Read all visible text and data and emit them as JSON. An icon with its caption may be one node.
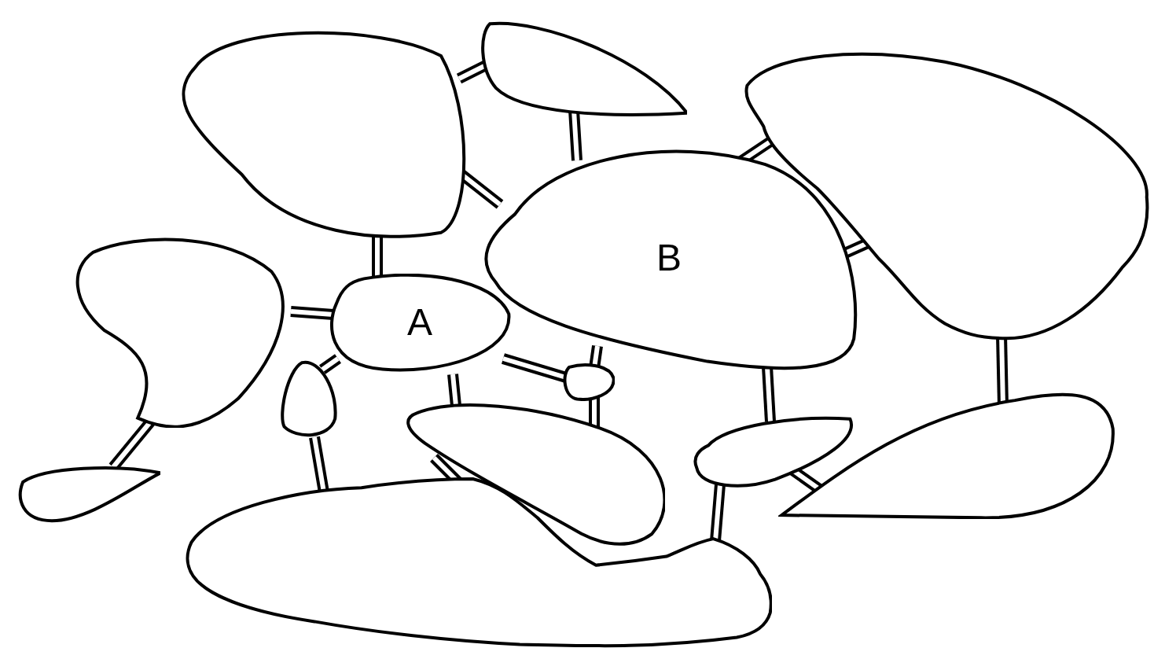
{
  "diagram": {
    "nodes": [
      {
        "text": [],
        "shape": "blob"
      },
      {
        "text": [],
        "shape": "blob"
      },
      {
        "text": [],
        "shape": "blob"
      },
      {
        "text": [],
        "shape": "blob"
      },
      {
        "text": [
          "A"
        ]
      },
      {
        "text": [
          "B"
        ]
      },
      {
        "text": [],
        "shape": "blob"
      },
      {
        "text": [],
        "shape": "blob"
      },
      {
        "text": [],
        "shape": "blob"
      },
      {
        "text": [],
        "shape": "blob"
      },
      {
        "text": [],
        "shape": "blob"
      },
      {
        "text": [],
        "shape": "blob"
      },
      {
        "text": [],
        "shape": "blob"
      }
    ],
    "edges": [
      {
        "from": 0,
        "to": 1,
        "arrow": "none"
      },
      {
        "from": 1,
        "to": 5,
        "arrow": "none"
      },
      {
        "from": 0,
        "to": 5,
        "arrow": "none"
      },
      {
        "from": 0,
        "to": 4,
        "arrow": "none"
      },
      {
        "from": 5,
        "to": 2,
        "arrow": "none"
      },
      {
        "from": 5,
        "to": 2,
        "arrow": "none"
      },
      {
        "from": 3,
        "to": 4,
        "arrow": "none"
      },
      {
        "from": 4,
        "to": 6,
        "arrow": "none"
      },
      {
        "from": 3,
        "to": 8,
        "arrow": "none"
      },
      {
        "from": 4,
        "to": 9,
        "arrow": "none"
      },
      {
        "from": 4,
        "to": 7,
        "arrow": "none"
      },
      {
        "from": 5,
        "to": 7,
        "arrow": "none"
      },
      {
        "from": 7,
        "to": 9,
        "arrow": "none"
      },
      {
        "from": 5,
        "to": 10,
        "arrow": "none"
      },
      {
        "from": 10,
        "to": 11,
        "arrow": "none"
      },
      {
        "from": 10,
        "to": 12,
        "arrow": "none"
      },
      {
        "from": 2,
        "to": 11,
        "arrow": "none"
      },
      {
        "from": 6,
        "to": 12,
        "arrow": "none"
      },
      {
        "from": 9,
        "to": 12,
        "arrow": "none"
      }
    ]
  }
}
